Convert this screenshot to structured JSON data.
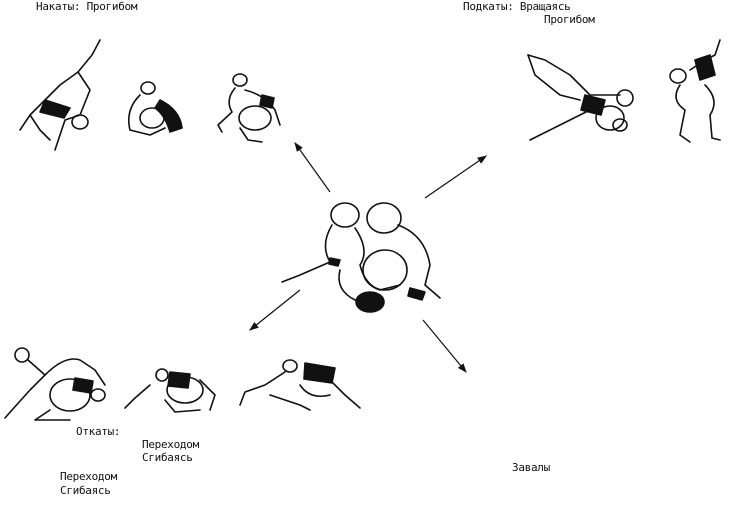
{
  "labels": {
    "rolls_over": "Накаты: Прогибом",
    "undercuts_line1": "Подкаты: Вращаясь",
    "undercuts_line2": "Прогибом",
    "rollbacks": "Откаты:",
    "rollbacks_a_line1": "Переходом",
    "rollbacks_a_line2": "Сгибаясь",
    "rollbacks_b_line1": "Переходом",
    "rollbacks_b_line2": "Сгибаясь",
    "takedowns": "Завалы"
  },
  "colors": {
    "ink": "#111111",
    "background": "#ffffff"
  }
}
